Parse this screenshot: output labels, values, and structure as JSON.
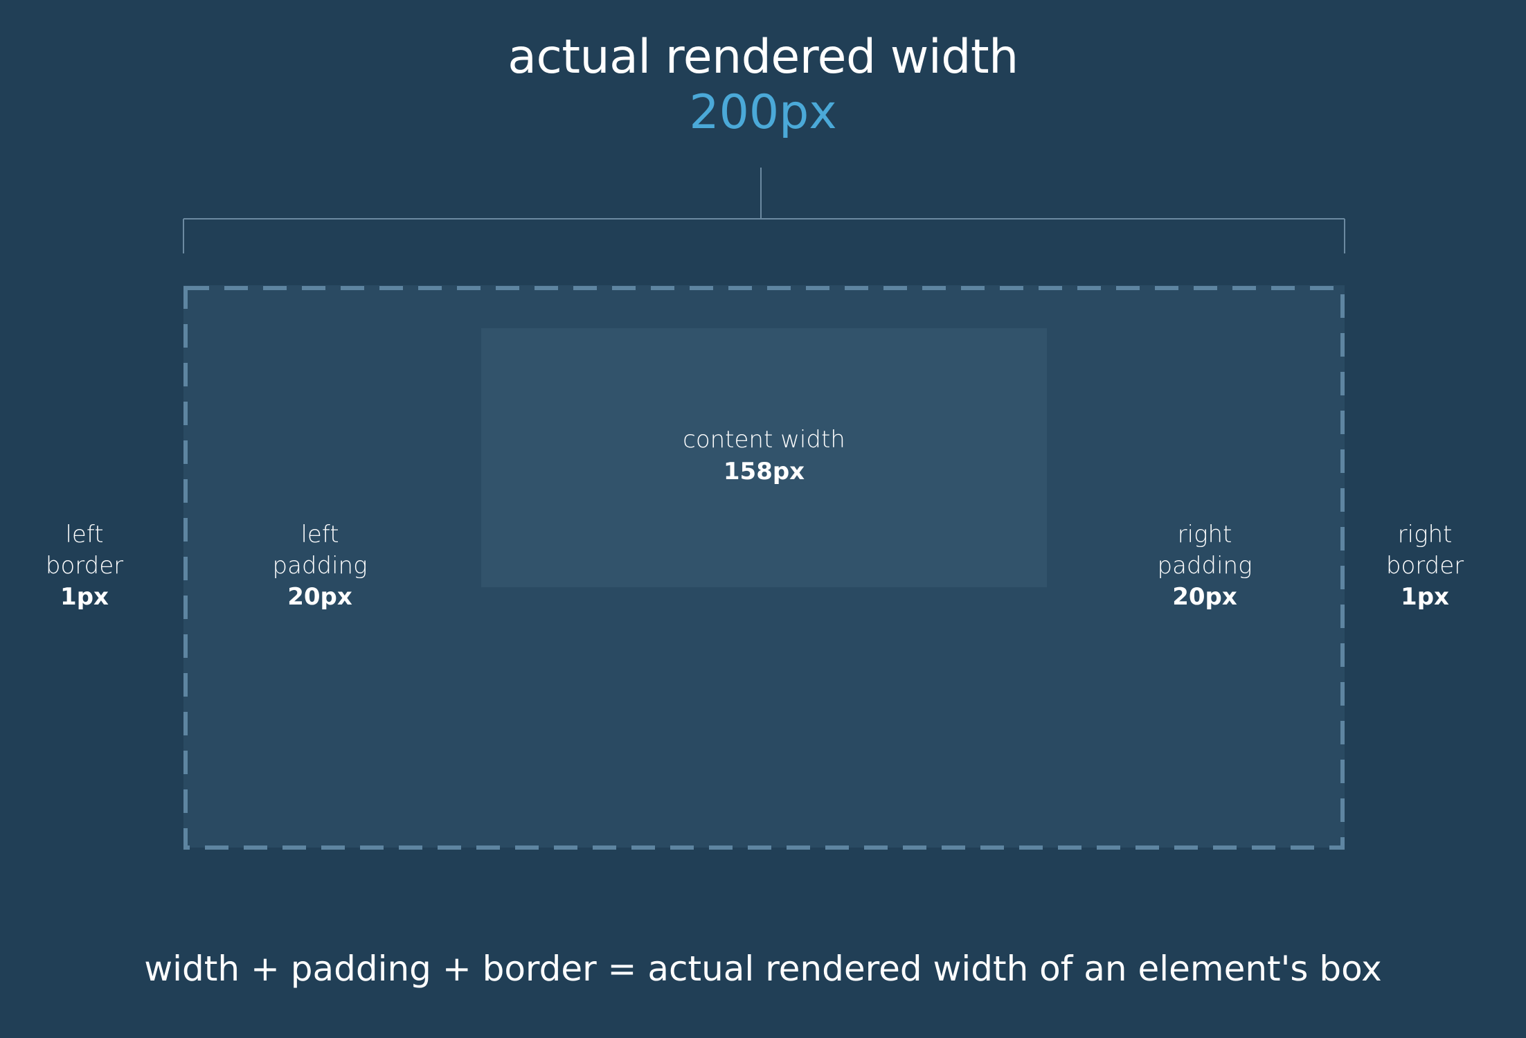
{
  "title": "actual rendered width",
  "title_value": "200px",
  "colors": {
    "background": "#213f56",
    "box_fill": "#2a4a62",
    "content_fill": "#32536b",
    "dashed_border": "#5e85a1",
    "accent": "#4ba9d8",
    "text": "#ffffff",
    "bracket_line": "#6c8aa1"
  },
  "content": {
    "label": "content width",
    "value": "158px"
  },
  "left_border": {
    "line1": "left",
    "line2": "border",
    "value": "1px"
  },
  "left_padding": {
    "line1": "left",
    "line2": "padding",
    "value": "20px"
  },
  "right_padding": {
    "line1": "right",
    "line2": "padding",
    "value": "20px"
  },
  "right_border": {
    "line1": "right",
    "line2": "border",
    "value": "1px"
  },
  "formula": "width + padding + border = actual rendered width of an element's box"
}
